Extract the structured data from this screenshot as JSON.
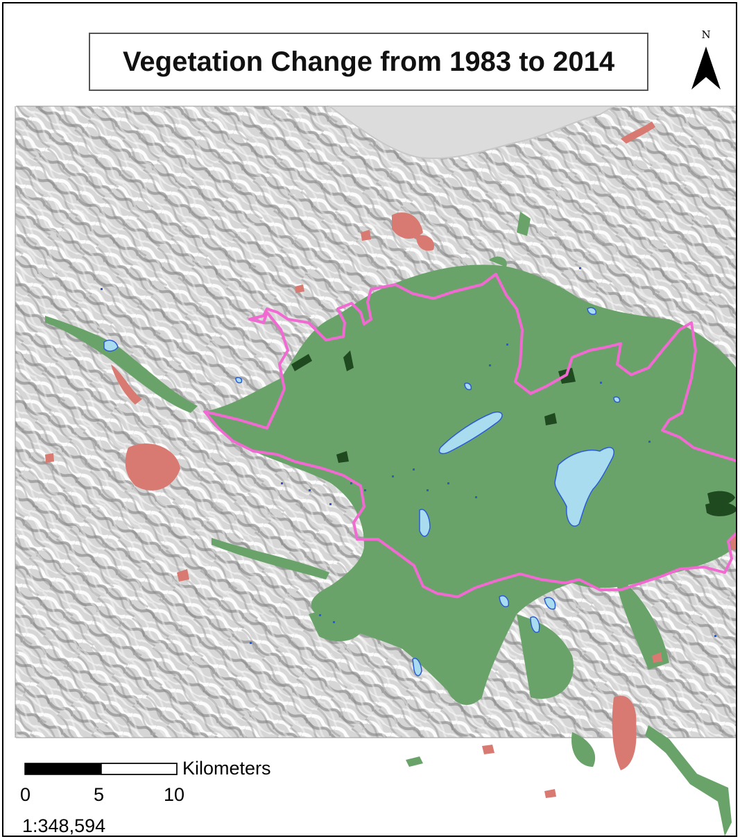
{
  "map": {
    "title": "Vegetation Change from 1983 to 2014",
    "north_arrow": {
      "label": "N"
    },
    "scale_bar": {
      "units_label": "Kilometers",
      "ticks": [
        "0",
        "5",
        "10"
      ],
      "ratio_label": "1:348,594"
    },
    "colors": {
      "hillshade_light": "#e6e6e6",
      "hillshade_dark": "#8c8c8c",
      "vegetation_gain": "#6aa36a",
      "vegetation_loss": "#d97a72",
      "water": "#a9dcef",
      "water_outline": "#2a5bd7",
      "boundary": "#f06ad2",
      "dense_forest": "#1f4a1f",
      "frame": "#000000"
    }
  }
}
